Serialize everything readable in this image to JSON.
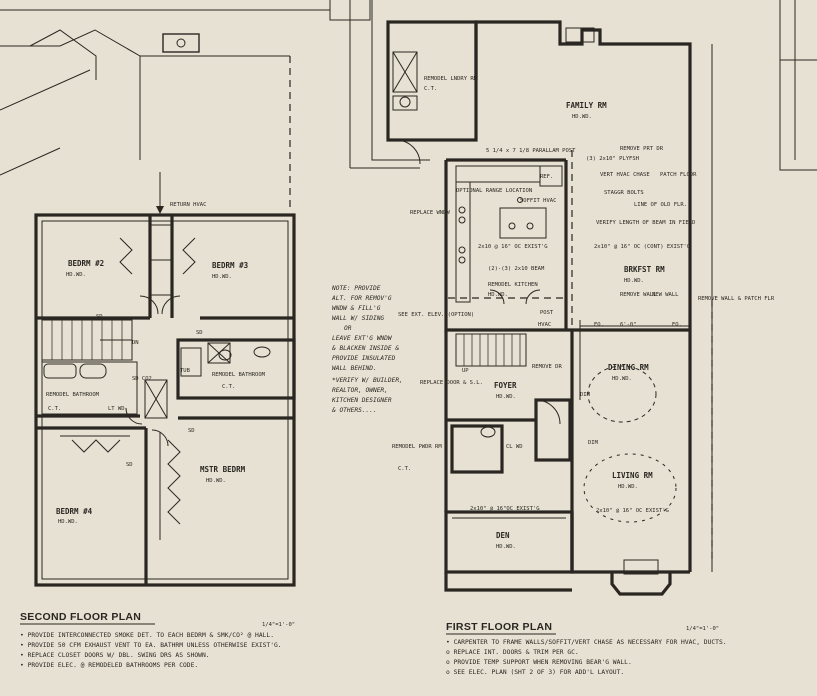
{
  "sheet": {
    "second_floor": {
      "title": "SECOND FLOOR PLAN",
      "scale": "1/4\"=1'-0\"",
      "notes": [
        "• PROVIDE INTERCONNECTED SMOKE DET. TO EACH BEDRM & SMK/CO² @ HALL.",
        "• PROVIDE 50 CFM EXHAUST VENT TO EA. BATHRM UNLESS OTHERWISE EXIST'G.",
        "• REPLACE CLOSET DOORS W/ DBL. SWING DRS AS SHOWN.",
        "• PROVIDE ELEC. @ REMODELED BATHROOMS PER CODE."
      ],
      "rooms": {
        "bedrm2": {
          "name": "BEDRM #2",
          "finish": "HD.WD."
        },
        "bedrm3": {
          "name": "BEDRM #3",
          "finish": "HD.WD."
        },
        "bath_left": {
          "name": "REMODEL BATHROOM",
          "finish": "C.T."
        },
        "bath_right": {
          "name": "REMODEL BATHROOM",
          "finish": "C.T."
        },
        "bedrm4": {
          "name": "BEDRM #4",
          "finish": "HD.WD."
        },
        "mstr": {
          "name": "MSTR BEDRM",
          "finish": "HD.WD."
        }
      },
      "labels": {
        "return": "RETURN HVAC",
        "dn": "DN",
        "sd1": "SD",
        "sd2": "SD",
        "sd3": "SD",
        "sd4": "SD",
        "co2": "SD CO2",
        "hall_tub": "TUB",
        "lt_wd": "LT WD"
      }
    },
    "first_floor": {
      "title": "FIRST FLOOR PLAN",
      "scale": "1/4\"=1'-0\"",
      "notes": [
        "• CARPENTER TO FRAME WALLS/SOFFIT/VERT CHASE AS NECESSARY FOR HVAC, DUCTS.",
        "o REPLACE INT. DOORS & TRIM PER GC.",
        "o PROVIDE TEMP SUPPORT WHEN REMOVING BEAR'G WALL.",
        "o SEE ELEC. PLAN (SHT 2 OF 3) FOR ADD'L LAYOUT."
      ],
      "rooms": {
        "laundry": {
          "name": "REMODEL LNDRY RM",
          "finish": "C.T."
        },
        "family": {
          "name": "FAMILY RM",
          "finish": "HD.WD."
        },
        "kitchen": {
          "name": "REMODEL KITCHEN",
          "finish": "HD.WD."
        },
        "brkfst": {
          "name": "BRKFST RM",
          "finish": "HD.WD."
        },
        "dining": {
          "name": "DINING RM",
          "finish": "HD.WD."
        },
        "foyer": {
          "name": "FOYER",
          "finish": "HD.WD."
        },
        "powder": {
          "name": "REMODEL PWDR RM",
          "finish": "C.T."
        },
        "living": {
          "name": "LIVING RM",
          "finish": "HD.WD."
        },
        "den": {
          "name": "DEN",
          "finish": "HD.WD."
        }
      },
      "labels": {
        "post": "5 1/4 x 7 1/8 PARALLAM POST",
        "remove_pt": "REMOVE PRT DR",
        "plyfsh": "(3) 2x10\" PLYFSH",
        "vert_chase": "VERT HVAC CHASE",
        "staggr": "STAGGR BOLTS",
        "patch": "PATCH FLOOR",
        "optional_range": "OPTIONAL RANGE LOCATION",
        "ref": "REF.",
        "soffit": "SOFFIT HVAC",
        "line_old": "LINE OF OLD FLR.",
        "verify": "VERIFY LENGTH OF BEAM IN FIELD",
        "replace_wndw": "REPLACE WNDW",
        "beam1": "2x10 @ 16\" OC EXIST'G",
        "beam2": "2x10\" @ 16\" OC (CONT) EXIST'G",
        "beam_mid": "(2)-(3) 2x10 BEAM",
        "remove_wall": "REMOVE WALL",
        "new_wall": "NEW WALL",
        "remove_wall2": "REMOVE WALL & PATCH FLR",
        "six_ft": "6'-0\"",
        "eq1": "EQ.",
        "eq2": "EQ.",
        "hvac": "HVAC",
        "post_label": "POST",
        "remove_dr": "REMOVE DR",
        "replace_door": "REPLACE DOOR & S.L.",
        "up": "UP",
        "cl_wd": "CL WD",
        "sill_den": "2x10\" @ 16\"OC EXIST'G",
        "sill_liv": "2x10\" @ 16\" OC EXIST'G",
        "dim": "DIM",
        "dim2": "DIM"
      },
      "side_note": [
        "NOTE: PROVIDE",
        "ALT. FOR REMOV'G",
        "WNDW & FILL'G",
        "WALL W/ SIDING",
        "OR",
        "LEAVE EXT'G WNDW",
        "& BLACKEN INSIDE &",
        "PROVIDE INSULATED",
        "WALL BEHIND.",
        "*VERIFY W/ BUILDER,",
        "REALTOR, OWNER,",
        "KITCHEN DESIGNER",
        "& OTHERS...."
      ],
      "side_note_right": "SEE EXT. ELEV. (OPTION)"
    }
  }
}
